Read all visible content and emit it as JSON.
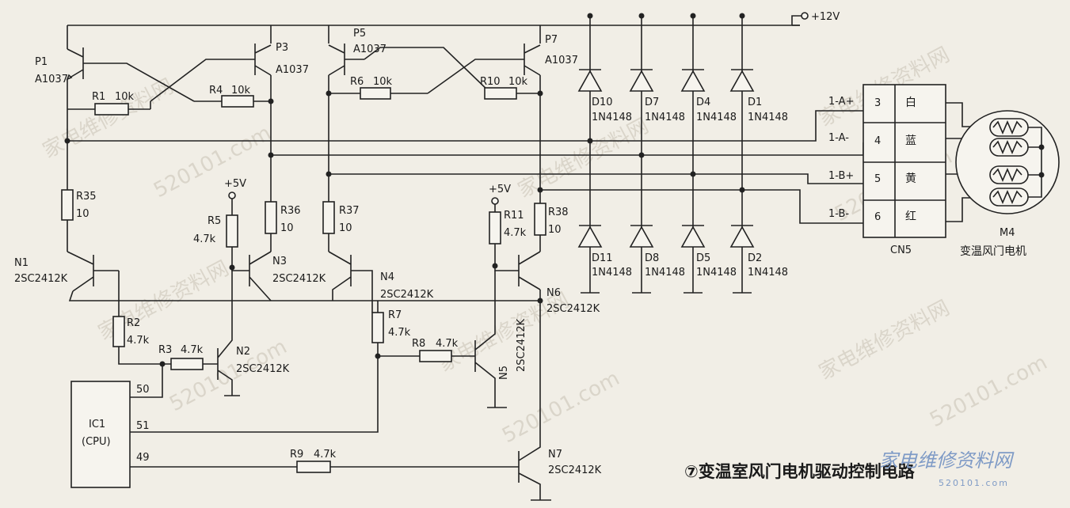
{
  "title": "⑦变温室风门电机驱动控制电路",
  "supply": {
    "v12": "+12V",
    "v5a": "+5V",
    "v5b": "+5V"
  },
  "pnp": [
    {
      "ref": "P1",
      "part": "A1037"
    },
    {
      "ref": "P3",
      "part": "A1037"
    },
    {
      "ref": "P5",
      "part": "A1037"
    },
    {
      "ref": "P7",
      "part": "A1037"
    }
  ],
  "npn": [
    {
      "ref": "N1",
      "part": "2SC2412K"
    },
    {
      "ref": "N2",
      "part": "2SC2412K"
    },
    {
      "ref": "N3",
      "part": "2SC2412K"
    },
    {
      "ref": "N4",
      "part": "2SC2412K"
    },
    {
      "ref": "N5",
      "part": "2SC2412K"
    },
    {
      "ref": "N6",
      "part": "2SC2412K"
    },
    {
      "ref": "N7",
      "part": "2SC2412K"
    }
  ],
  "resistors": [
    {
      "ref": "R1",
      "value": "10k"
    },
    {
      "ref": "R4",
      "value": "10k"
    },
    {
      "ref": "R6",
      "value": "10k"
    },
    {
      "ref": "R10",
      "value": "10k"
    },
    {
      "ref": "R35",
      "value": "10"
    },
    {
      "ref": "R36",
      "value": "10"
    },
    {
      "ref": "R37",
      "value": "10"
    },
    {
      "ref": "R38",
      "value": "10"
    },
    {
      "ref": "R5",
      "value": "4.7k"
    },
    {
      "ref": "R11",
      "value": "4.7k"
    },
    {
      "ref": "R2",
      "value": "4.7k"
    },
    {
      "ref": "R3",
      "value": "4.7k"
    },
    {
      "ref": "R7",
      "value": "4.7k"
    },
    {
      "ref": "R8",
      "value": "4.7k"
    },
    {
      "ref": "R9",
      "value": "4.7k"
    }
  ],
  "diodes": [
    {
      "ref": "D10",
      "part": "1N4148"
    },
    {
      "ref": "D7",
      "part": "1N4148"
    },
    {
      "ref": "D4",
      "part": "1N4148"
    },
    {
      "ref": "D1",
      "part": "1N4148"
    },
    {
      "ref": "D11",
      "part": "1N4148"
    },
    {
      "ref": "D8",
      "part": "1N4148"
    },
    {
      "ref": "D5",
      "part": "1N4148"
    },
    {
      "ref": "D2",
      "part": "1N4148"
    }
  ],
  "ic": {
    "ref": "IC1",
    "name": "(CPU)",
    "pins": [
      "50",
      "51",
      "49"
    ]
  },
  "connector": {
    "ref": "CN5",
    "rows": [
      {
        "net": "1-A+",
        "pin": "3",
        "color": "白"
      },
      {
        "net": "1-A-",
        "pin": "4",
        "color": "蓝"
      },
      {
        "net": "1-B+",
        "pin": "5",
        "color": "黄"
      },
      {
        "net": "1-B-",
        "pin": "6",
        "color": "红"
      }
    ]
  },
  "motor": {
    "ref": "M4",
    "name": "变温风门电机"
  },
  "watermark": {
    "text": "家电维修资料网",
    "url": "520101.com"
  },
  "logo": {
    "main": "家电维修资料网",
    "sub": "520101.com"
  }
}
